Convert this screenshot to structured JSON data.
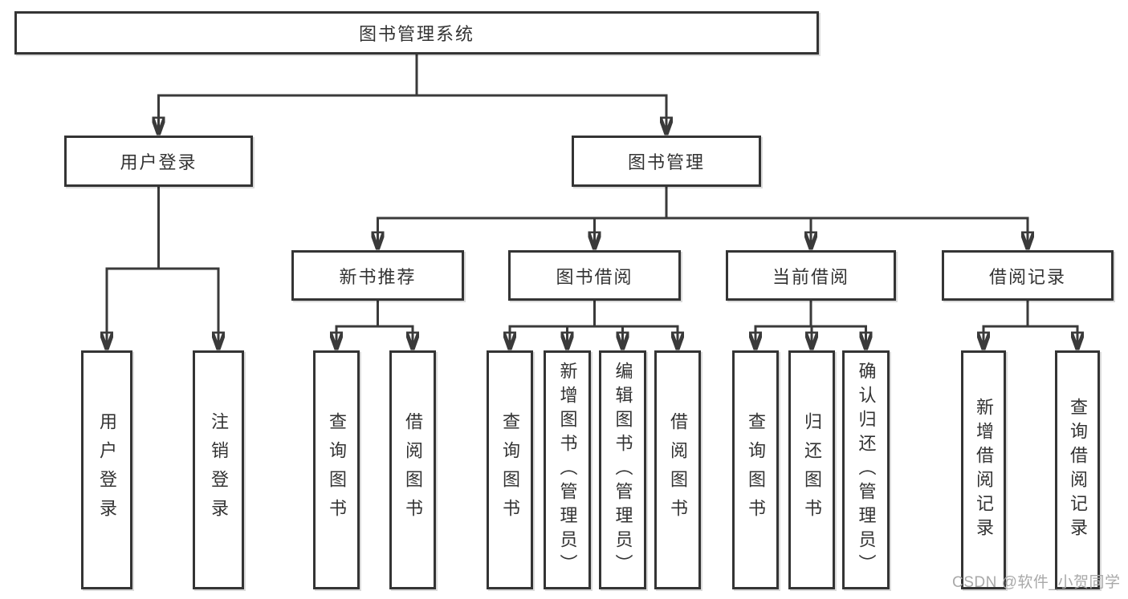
{
  "diagram": {
    "root": {
      "label": "图书管理系统"
    },
    "level2": [
      "用户登录",
      "图书管理"
    ],
    "level3": [
      "新书推荐",
      "图书借阅",
      "当前借阅",
      "借阅记录"
    ],
    "children": {
      "user_login": [
        "用户登录",
        "注销登录"
      ],
      "new_book_recommend": [
        "查询图书",
        "借阅图书"
      ],
      "book_borrowing": [
        "查询图书",
        "新增图书（管理员）",
        "编辑图书（管理员）",
        "借阅图书"
      ],
      "current_borrowing": [
        "查询图书",
        "归还图书",
        "确认归还（管理员）"
      ],
      "borrowing_records": [
        "新增借阅记录",
        "查询借阅记录"
      ]
    }
  },
  "watermark": "CSDN @软件_小贺同学",
  "colors": {
    "line": "#3a3a3a",
    "box_border": "#343434",
    "text": "#333333",
    "watermark": "#a9a9a9",
    "background": "#ffffff"
  }
}
